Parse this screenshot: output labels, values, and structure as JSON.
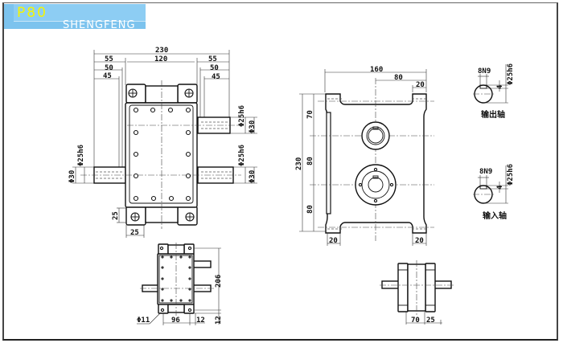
{
  "header": {
    "model": "P80",
    "brand": "SHENGFENG"
  },
  "front_view": {
    "overall_width": "230",
    "left_offset": "55",
    "center_width": "120",
    "right_offset": "55",
    "left_50": "50",
    "right_50": "50",
    "left_45": "45",
    "right_45": "45",
    "shaft_dia": "Φ25h6",
    "shaft_dia_2": "Φ25h6",
    "shaft_dia_3": "Φ25h6",
    "boss_dia": "Φ30",
    "boss_dia_2": "Φ30",
    "boss_dia_3": "Φ30",
    "ear_height": "25",
    "ear_width": "25"
  },
  "side_view": {
    "width": "160",
    "half_width": "80",
    "foot": "20",
    "height": "230",
    "seg_top": "70",
    "seg_mid": "80",
    "seg_bottom": "80",
    "foot_left": "20",
    "foot_right": "20"
  },
  "output_shaft": {
    "key": "8N9",
    "dia": "Φ25h6",
    "depth": "4",
    "label": "输出轴"
  },
  "input_shaft": {
    "key": "8N9",
    "dia": "Φ25h6",
    "depth": "4",
    "label": "输入轴"
  },
  "top_view": {
    "height": "206",
    "hole": "Φ11",
    "hole_spacing": "96",
    "edge": "12",
    "edge_v": "12"
  },
  "end_view": {
    "width": "70",
    "shaft_len": "25"
  }
}
